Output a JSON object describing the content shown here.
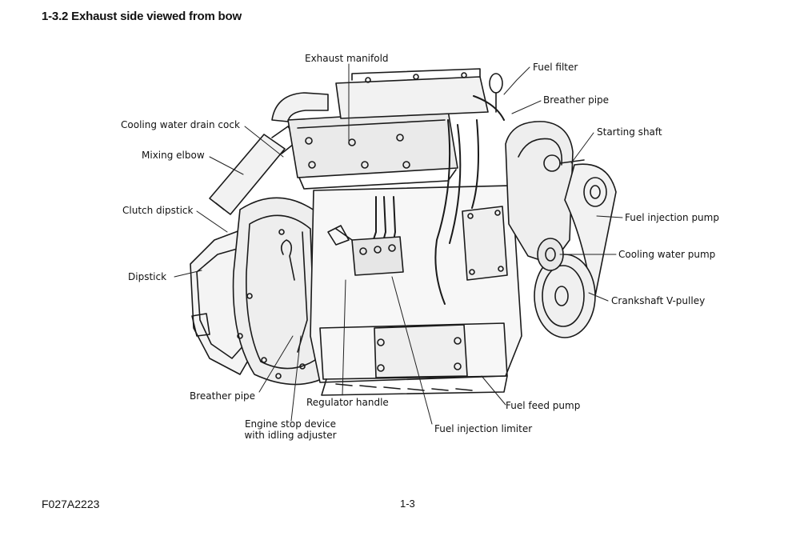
{
  "title": "1-3.2 Exhaust side viewed from bow",
  "footer": {
    "code": "F027A2223",
    "page": "1-3"
  },
  "labels": {
    "exhaust_manifold": "Exhaust manifold",
    "fuel_filter": "Fuel filter",
    "breather_pipe_top": "Breather pipe",
    "starting_shaft": "Starting shaft",
    "cooling_water_drain_cock": "Cooling water drain cock",
    "mixing_elbow": "Mixing elbow",
    "clutch_dipstick": "Clutch dipstick",
    "fuel_injection_pump": "Fuel injection pump",
    "cooling_water_pump": "Cooling water pump",
    "dipstick": "Dipstick",
    "crankshaft_v_pulley": "Crankshaft V-pulley",
    "breather_pipe_bottom": "Breather pipe",
    "regulator_handle": "Regulator handle",
    "fuel_feed_pump": "Fuel feed pump",
    "engine_stop_line1": "Engine stop device",
    "engine_stop_line2": "with idling adjuster",
    "fuel_injection_limiter": "Fuel injection limiter"
  }
}
